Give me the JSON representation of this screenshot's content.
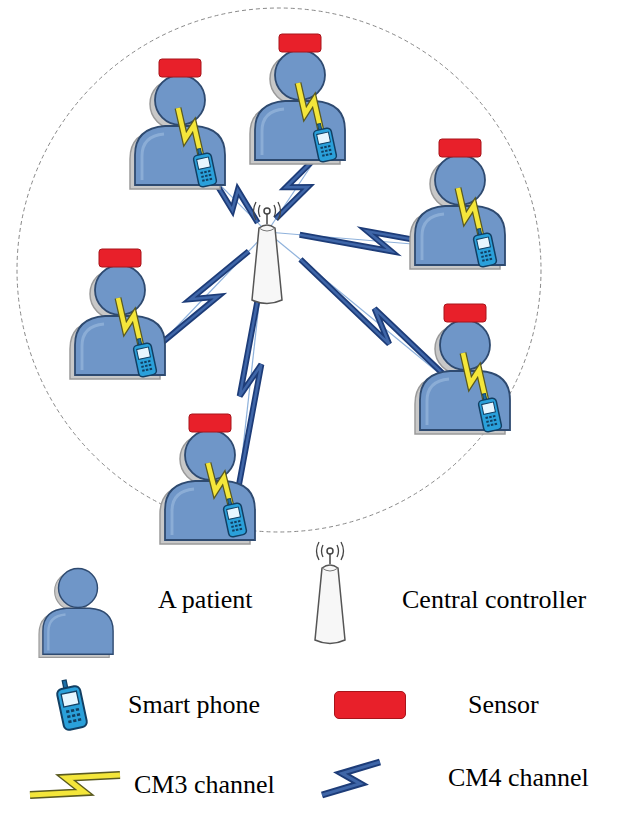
{
  "diagram": {
    "legend": [
      {
        "text": "A patient"
      },
      {
        "text": "Central controller"
      },
      {
        "text": "Smart phone"
      },
      {
        "text": "Sensor",
        "color": "#e8202a"
      },
      {
        "text": "CM3 channel"
      },
      {
        "text": "CM4 channel"
      }
    ]
  }
}
